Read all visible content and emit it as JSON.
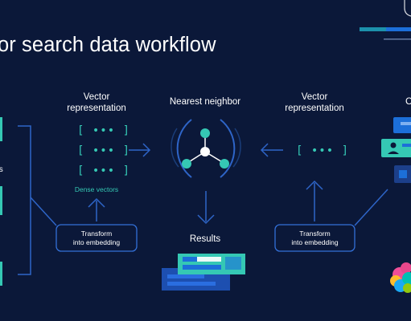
{
  "title": "or search data workflow",
  "left": {
    "vector_label": "Vector\nrepresentation",
    "dense_label": "Dense vectors",
    "transform_label": "Transform\ninto embedding",
    "partial_text": "ts"
  },
  "center": {
    "nearest_label": "Nearest neighbor",
    "results_label": "Results"
  },
  "right": {
    "vector_label": "Vector\nrepresentation",
    "transform_label": "Transform\ninto embedding",
    "partial_text": "C"
  },
  "glyph": "[ ••• ]",
  "colors": {
    "background": "#0b1839",
    "line": "#2e65c8",
    "teal": "#35c8b4",
    "blue": "#1c6fd9",
    "box_border": "#3370d8"
  }
}
